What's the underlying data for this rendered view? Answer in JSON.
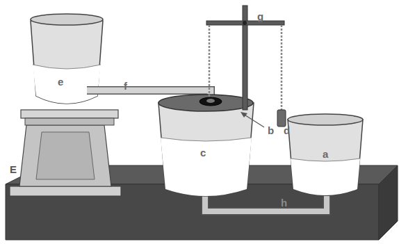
{
  "diagram": {
    "labels": [
      "e",
      "f",
      "g",
      "b",
      "d",
      "c",
      "a",
      "h",
      "E"
    ]
  }
}
